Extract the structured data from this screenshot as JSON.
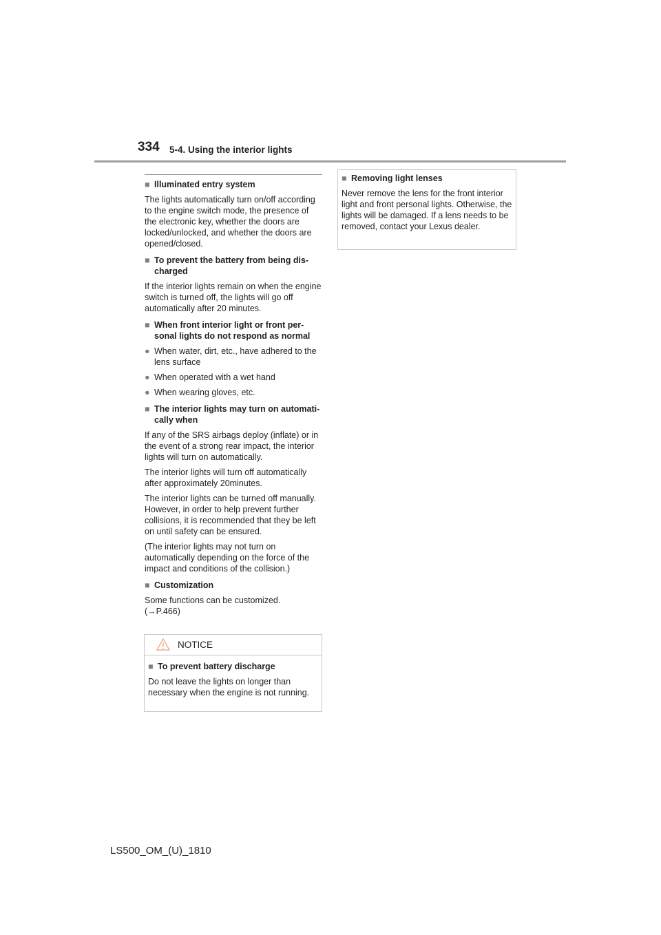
{
  "header": {
    "page_number": "334",
    "section_title": "5-4. Using the interior lights"
  },
  "left": {
    "illuminated": {
      "heading": "Illuminated entry system",
      "text": "The lights automatically turn on/off according to the engine switch mode, the presence of the electronic key, whether the doors are locked/unlocked, and whether the doors are opened/closed."
    },
    "battery": {
      "heading_line1": "To prevent the battery from being dis-",
      "heading_line2": "charged",
      "text": "If the interior lights remain on when the engine switch is turned off, the lights will go off automatically after 20 minutes."
    },
    "not_respond": {
      "heading_line1": "When front interior light or front per-",
      "heading_line2": "sonal lights do not respond as normal",
      "bullets": [
        "When water, dirt, etc., have adhered to the lens surface",
        "When operated with a wet hand",
        "When wearing gloves, etc."
      ]
    },
    "auto_on": {
      "heading_line1": "The interior lights may turn on automati-",
      "heading_line2": "cally when",
      "paragraphs": [
        "If any of the SRS airbags deploy (inflate) or in the event of a strong rear impact, the interior lights will turn on automatically.",
        "The interior lights will turn off automatically after approximately 20minutes.",
        "The interior lights can be turned off manually. However, in order to help prevent further collisions, it is recommended that they be left on until safety can be ensured.",
        "(The interior lights may not turn on automatically depending on the force of the impact and conditions of the collision.)"
      ]
    },
    "customization": {
      "heading": "Customization",
      "text": "Some functions can be customized.",
      "link_arrow": "→",
      "link_page": "P.466"
    }
  },
  "notice": {
    "label": "NOTICE",
    "heading": "To prevent battery discharge",
    "text": "Do not leave the lights on longer than necessary when the engine is not running."
  },
  "right": {
    "heading": "Removing light lenses",
    "text": "Never remove the lens for the front interior light and front personal lights. Otherwise, the lights will be damaged. If a lens needs to be removed, contact your Lexus dealer."
  },
  "footer": {
    "code": "LS500_OM_(U)_1810"
  },
  "icons": {
    "square_bullet": "■",
    "round_bullet": "●",
    "warning_triangle": "warning-icon"
  }
}
